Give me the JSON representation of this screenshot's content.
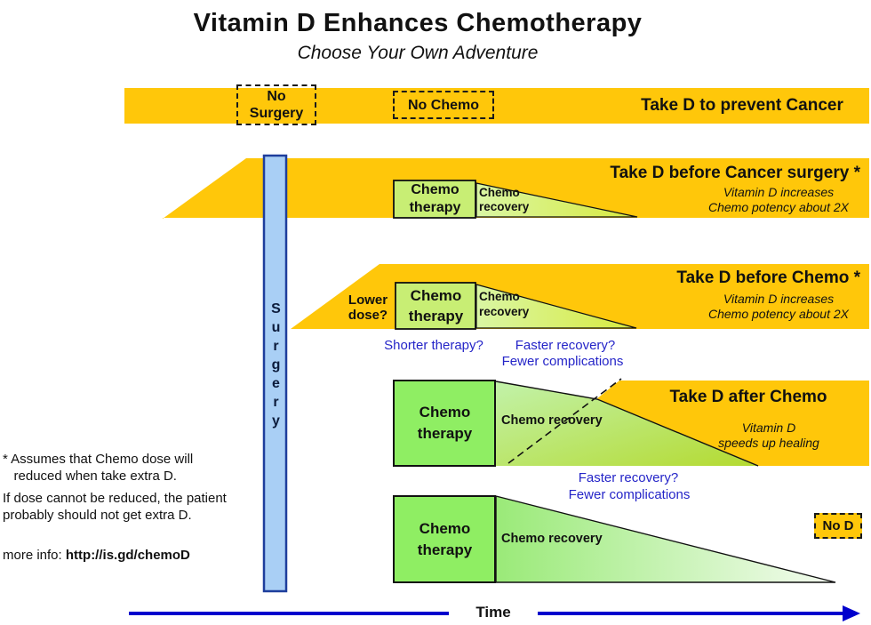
{
  "title": "Vitamin D Enhances Chemotherapy",
  "subtitle": "Choose Your Own Adventure",
  "colors": {
    "band_gold": "#ffc70a",
    "chemo_box_light_green": "#c8ee74",
    "chemo_box_green": "#8fee63",
    "surgery_bar_fill": "#a9cff5",
    "surgery_bar_border": "#1e3e9c",
    "question_text_blue": "#2525c8",
    "time_arrow_blue": "#0000cd",
    "outline_black": "#111111"
  },
  "band_prevent": {
    "no_surgery": "No\nSurgery",
    "no_chemo": "No Chemo",
    "label": "Take D to prevent Cancer"
  },
  "surgery_bar": {
    "label": "Surgery"
  },
  "band_before_surgery": {
    "label": "Take D before Cancer surgery *",
    "note": "Vitamin D increases\nChemo potency about 2X",
    "chemo_therapy": "Chemo\ntherapy",
    "chemo_recovery": "Chemo\nrecovery"
  },
  "band_before_chemo": {
    "label": "Take D before Chemo *",
    "note": "Vitamin D increases\nChemo potency about 2X",
    "lower_dose": "Lower\ndose?",
    "chemo_therapy": "Chemo\ntherapy",
    "chemo_recovery": "Chemo\nrecovery",
    "questions": {
      "shorter": "Shorter therapy?",
      "faster": "Faster recovery?",
      "fewer": "Fewer complications"
    }
  },
  "band_after_chemo": {
    "label": "Take D after Chemo",
    "note": "Vitamin D\nspeeds up healing",
    "chemo_therapy": "Chemo\ntherapy",
    "chemo_recovery": "Chemo recovery",
    "questions": {
      "faster": "Faster recovery?",
      "fewer": "Fewer complications"
    }
  },
  "band_no_d": {
    "label": "No D",
    "chemo_therapy": "Chemo\ntherapy",
    "chemo_recovery": "Chemo recovery"
  },
  "footnotes": {
    "assumption": "* Assumes that Chemo dose will\n   reduced when take extra D.",
    "caution": "If dose cannot be reduced, the patient\nprobably should not get extra D.",
    "more_info_prefix": "more info: ",
    "more_info_url": "http://is.gd/chemoD"
  },
  "time_axis": {
    "label": "Time"
  }
}
